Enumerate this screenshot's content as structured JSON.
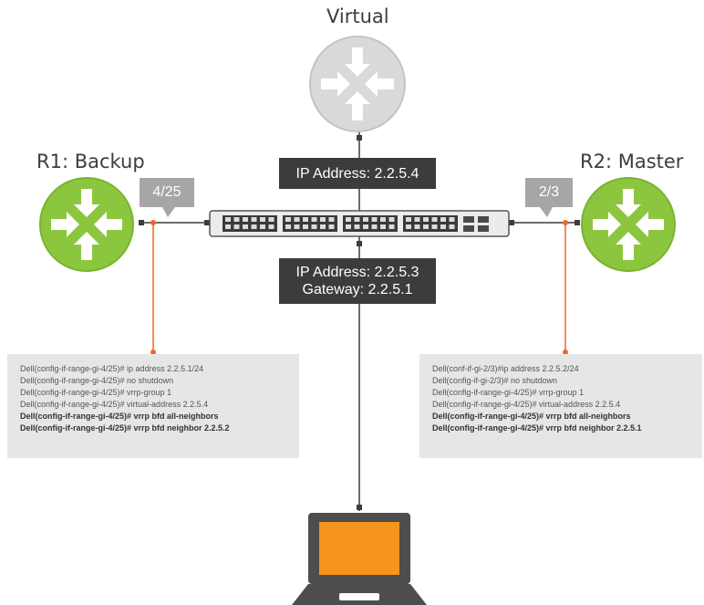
{
  "nodes": {
    "virtual": {
      "label": "Virtual"
    },
    "r1": {
      "label": "R1: Backup",
      "port": "4/25"
    },
    "r2": {
      "label": "R2: Master",
      "port": "2/3"
    }
  },
  "switch_boxes": {
    "top": {
      "line1": "IP Address: 2.2.5.4"
    },
    "bottom": {
      "line1": "IP Address: 2.2.5.3",
      "line2": "Gateway: 2.2.5.1"
    }
  },
  "config_r1": [
    {
      "text": "Dell(config-if-range-gi-4/25)# ip address 2.2.5.1/24"
    },
    {
      "text": "Dell(config-if-range-gi-4/25)# no shutdown"
    },
    {
      "text": "Dell(config-if-range-gi-4/25)# vrrp-group 1"
    },
    {
      "text": "Dell(config-if-range-gi-4/25)# virtual-address 2.2.5.4"
    },
    {
      "text": "Dell(config-if-range-gi-4/25)# vrrp bfd all-neighbors",
      "bold": true
    },
    {
      "text": "Dell(config-if-range-gi-4/25)# vrrp bfd neighbor 2.2.5.2",
      "bold": true
    }
  ],
  "config_r2": [
    {
      "text": "Dell(conf-if-gi-2/3)#ip address 2.2.5.2/24"
    },
    {
      "text": "Dell(config-if-gi-2/3)# no shutdown"
    },
    {
      "text": "Dell(config-if-range-gi-4/25)# vrrp-group 1"
    },
    {
      "text": "Dell(config-if-range-gi-4/25)# virtual-address 2.2.5.4"
    },
    {
      "text": "Dell(config-if-range-gi-4/25)# vrrp bfd all-neighbors",
      "bold": true
    },
    {
      "text": "Dell(config-if-range-gi-4/25)# vrrp bfd neighbor 2.2.5.1",
      "bold": true
    }
  ],
  "colors": {
    "router_active": "#8cc63f",
    "router_virtual": "#d9d9d9",
    "accent_orange": "#f26522",
    "laptop_screen": "#f7941d",
    "dark_box": "#3c3c3c",
    "port_label": "#a6a6a6",
    "panel_bg": "#e6e6e6"
  }
}
